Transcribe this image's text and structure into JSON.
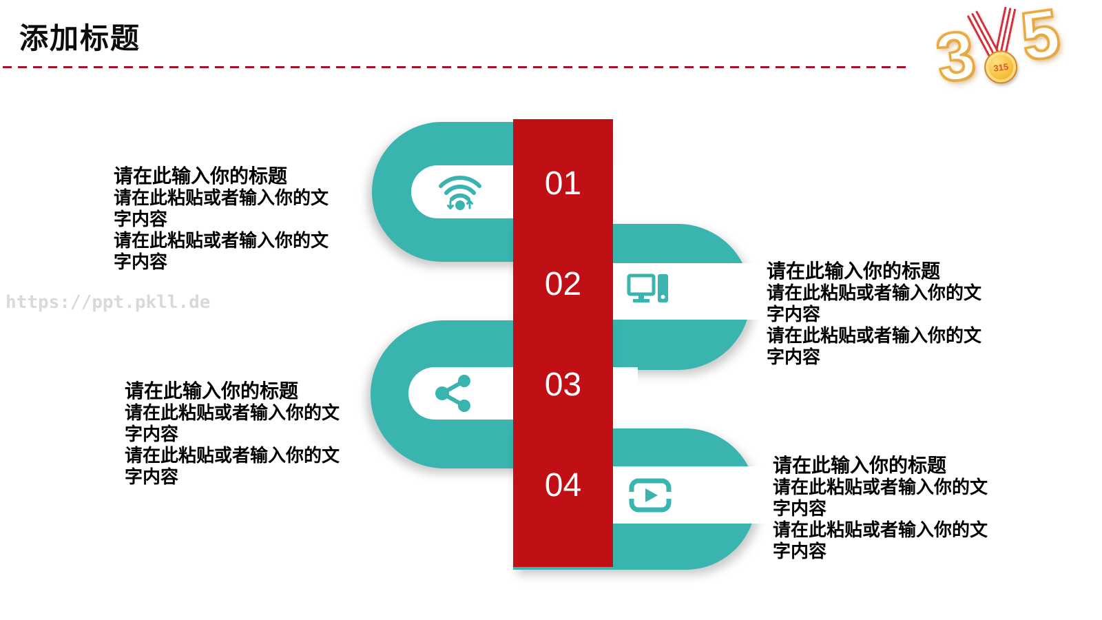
{
  "slide": {
    "title": "添加标题",
    "watermark": "https://ppt.pkll.de"
  },
  "logo": {
    "digit_left": "3",
    "digit_right": "5",
    "medal_text": "315"
  },
  "colors": {
    "teal": "#39B4AF",
    "red_bar": "#C00F15",
    "divider_red": "#A8102E",
    "body_text": "#000000",
    "watermark_gray": "#D9D9D9",
    "logo_gold": "#F6C13D",
    "ribbon_red": "#D6303A"
  },
  "steps": [
    {
      "number": "01",
      "icon": "wifi-transfer-icon",
      "side": "left",
      "title": "请在此输入你的标题",
      "lines": [
        "请在此粘贴或者输入你的文",
        "字内容",
        "请在此粘贴或者输入你的文",
        "字内容"
      ]
    },
    {
      "number": "02",
      "icon": "desktop-computer-icon",
      "side": "right",
      "title": "请在此输入你的标题",
      "lines": [
        "请在此粘贴或者输入你的文",
        "字内容",
        "请在此粘贴或者输入你的文",
        "字内容"
      ]
    },
    {
      "number": "03",
      "icon": "share-icon",
      "side": "left",
      "title": "请在此输入你的标题",
      "lines": [
        "请在此粘贴或者输入你的文",
        "字内容",
        "请在此粘贴或者输入你的文",
        "字内容"
      ]
    },
    {
      "number": "04",
      "icon": "video-player-icon",
      "side": "right",
      "title": "请在此输入你的标题",
      "lines": [
        "请在此粘贴或者输入你的文",
        "字内容",
        "请在此粘贴或者输入你的文",
        "字内容"
      ]
    }
  ]
}
